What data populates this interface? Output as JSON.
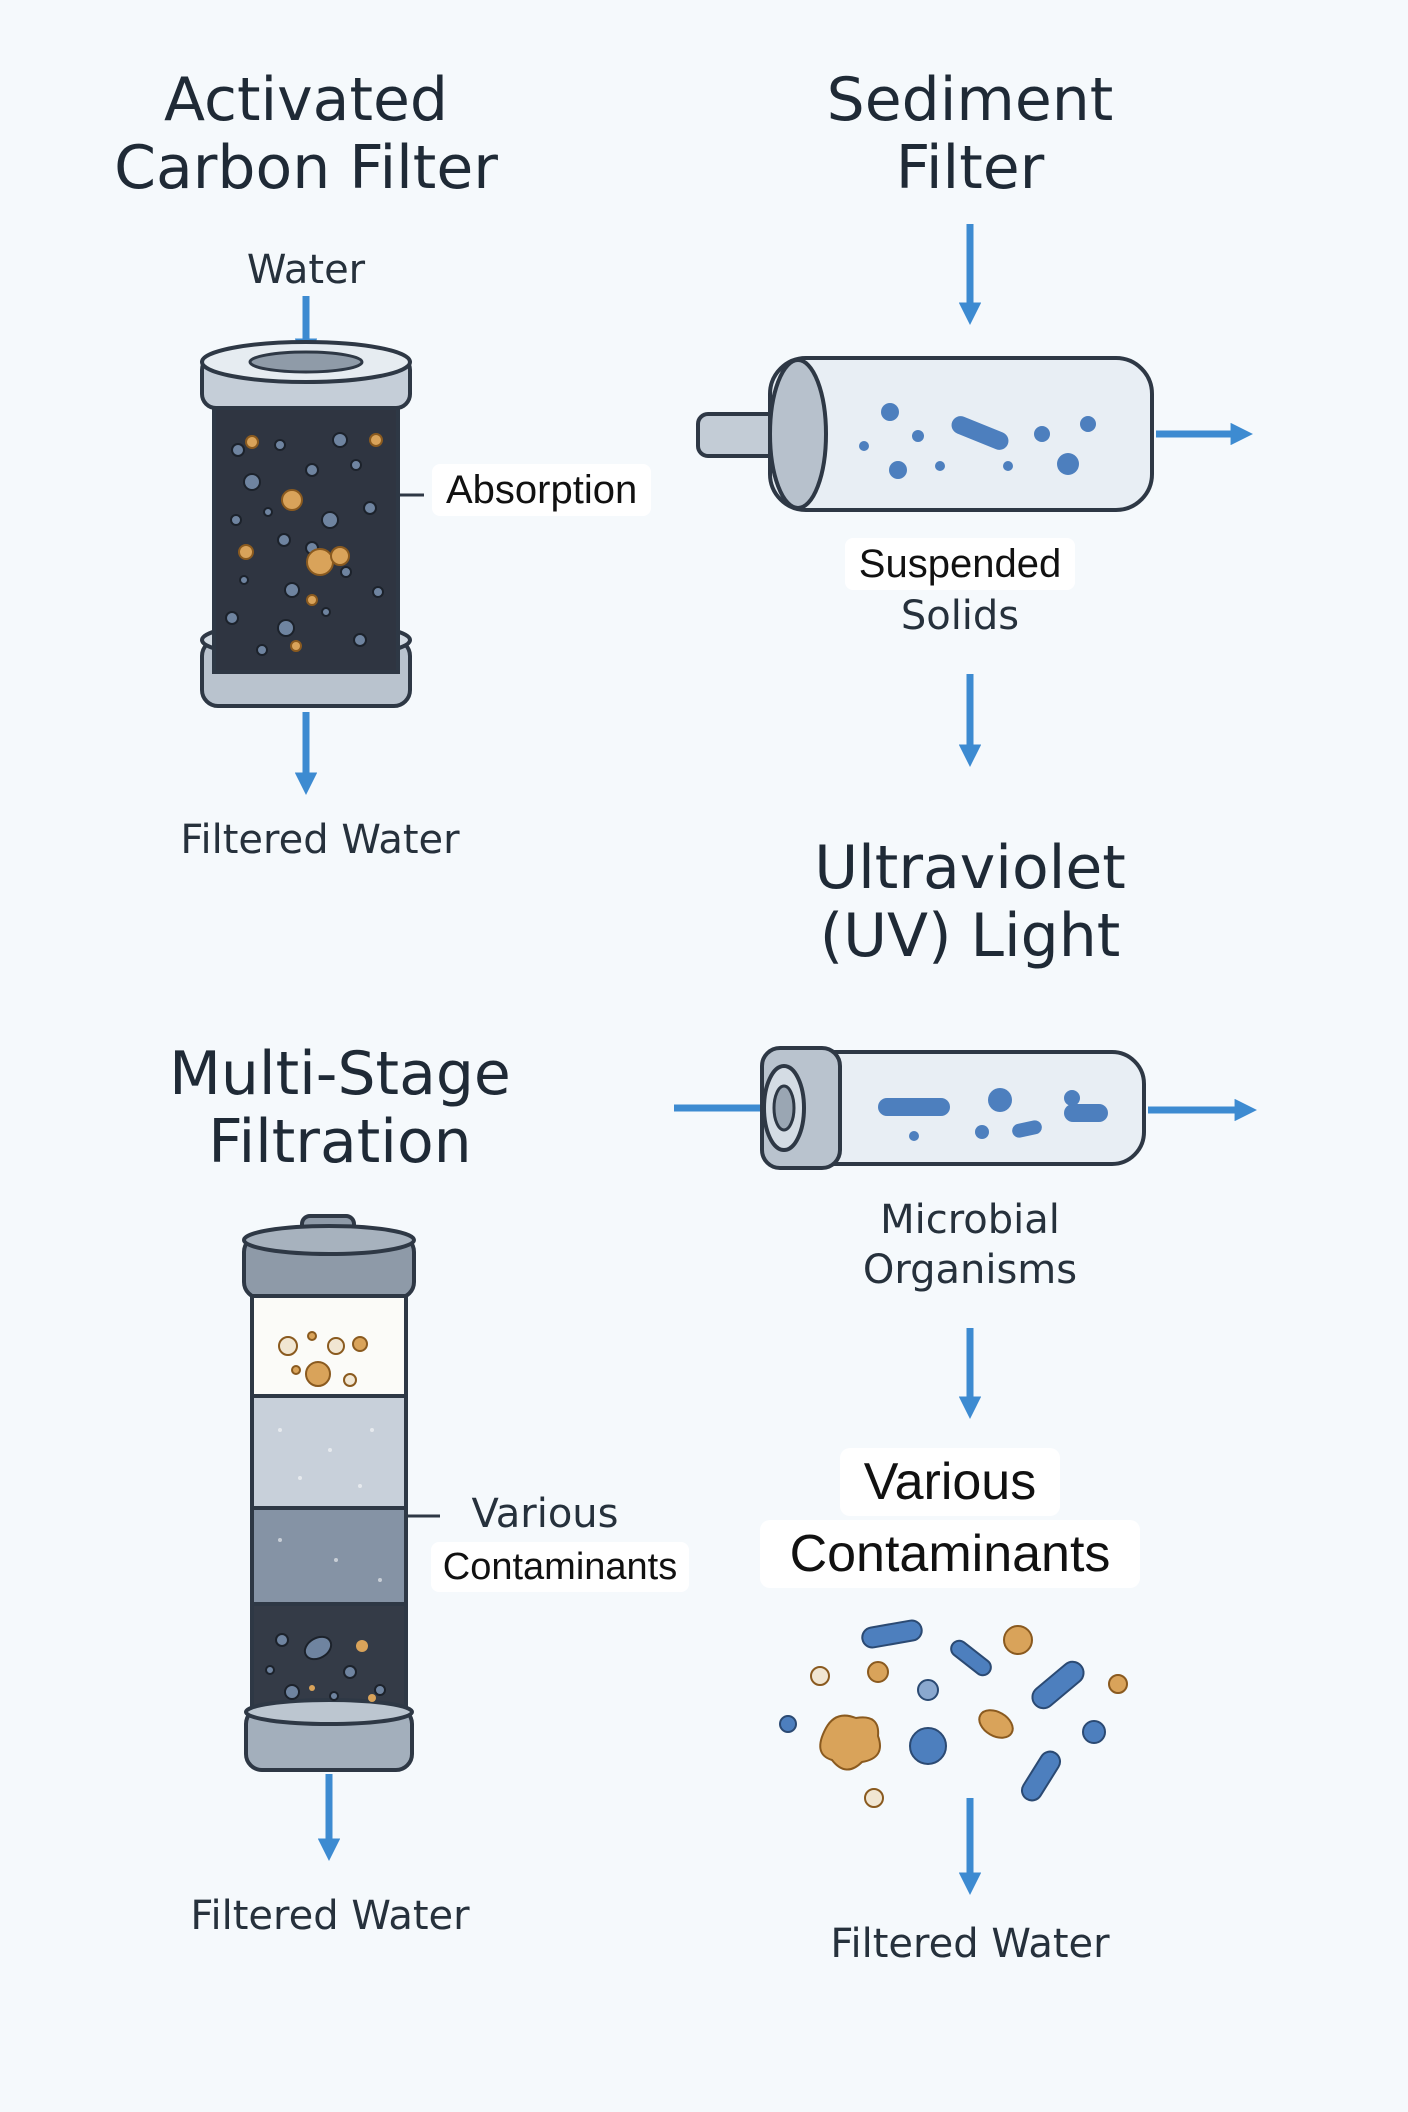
{
  "activated_carbon": {
    "title_line1": "Activated",
    "title_line2": "Carbon Filter",
    "input_label": "Water",
    "callout": "Absorption",
    "output_label": "Filtered Water"
  },
  "sediment": {
    "title_line1": "Sediment",
    "title_line2": "Filter",
    "callout_line1": "Suspended",
    "callout_line2": "Solids"
  },
  "uv": {
    "title_line1": "Ultraviolet",
    "title_line2": "(UV) Light",
    "label_line1": "Microbial",
    "label_line2": "Organisms",
    "contaminants_line1": "Various",
    "contaminants_line2": "Contaminants",
    "output_label": "Filtered Water"
  },
  "multi_stage": {
    "title_line1": "Multi-Stage",
    "title_line2": "Filtration",
    "callout_line1": "Various",
    "callout_line2": "Contaminants",
    "output_label": "Filtered Water"
  },
  "colors": {
    "background": "#f5f9fc",
    "arrow_blue": "#3d8bd1",
    "carbon_dark": "#2e3440",
    "particle_orange": "#d9a35a",
    "particle_blue": "#5b8cc9",
    "housing_gray": "#b8c2cd",
    "outline": "#2e3845"
  }
}
